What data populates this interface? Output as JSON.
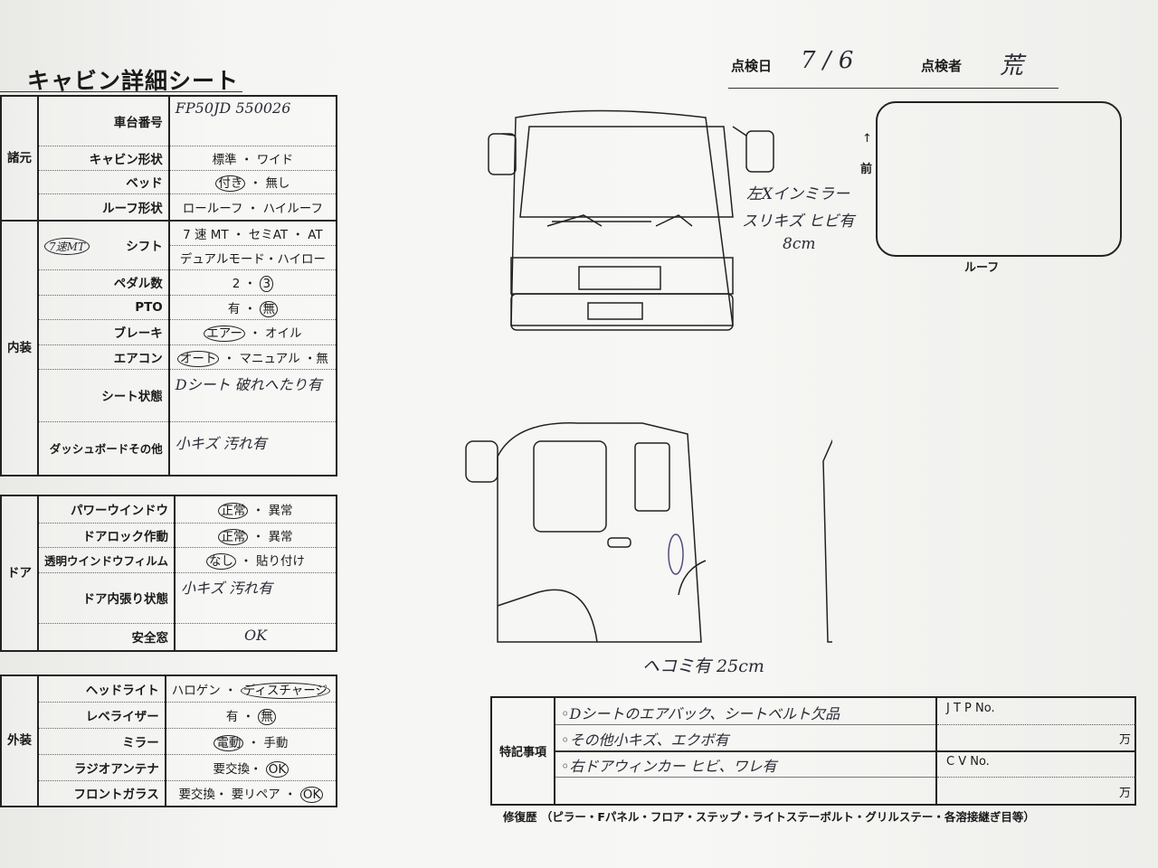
{
  "header": {
    "title": "キャビン詳細シート",
    "date_label": "点検日",
    "date_value": "7 / 6",
    "inspector_label": "点検者",
    "inspector_value": "荒"
  },
  "specs": {
    "category": "諸元",
    "rows": [
      {
        "label": "車台番号",
        "value": "FP50JD 550026"
      },
      {
        "label": "キャビン形状",
        "options": [
          "標準",
          "ワイド"
        ]
      },
      {
        "label": "ベッド",
        "options": [
          "付き",
          "無し"
        ],
        "selected": "付き"
      },
      {
        "label": "ルーフ形状",
        "options": [
          "ロールーフ",
          "ハイルーフ"
        ]
      }
    ]
  },
  "interior": {
    "category": "内装",
    "rows": [
      {
        "label": "シフト",
        "line1": "7 速 MT ・ セミAT ・ AT",
        "line2": "デュアルモード・ハイロー",
        "selected": "7速MT"
      },
      {
        "label": "ペダル数",
        "options": [
          "2",
          "3"
        ],
        "selected": "3"
      },
      {
        "label": "PTO",
        "options": [
          "有",
          "無"
        ],
        "selected": "無"
      },
      {
        "label": "ブレーキ",
        "options": [
          "エアー",
          "オイル"
        ],
        "selected": "エアー"
      },
      {
        "label": "エアコン",
        "options": [
          "オート",
          "マニュアル",
          "無"
        ],
        "selected": "オート"
      },
      {
        "label": "シート状態",
        "value": "Dシート 破れへたり有"
      },
      {
        "label": "ダッシュボードその他",
        "value": "小キズ 汚れ有"
      }
    ]
  },
  "door": {
    "category": "ドア",
    "rows": [
      {
        "label": "パワーウインドウ",
        "options": [
          "正常",
          "異常"
        ],
        "selected": "正常"
      },
      {
        "label": "ドアロック作動",
        "options": [
          "正常",
          "異常"
        ],
        "selected": "正常"
      },
      {
        "label": "透明ウインドウフィルム",
        "options": [
          "なし",
          "貼り付け"
        ],
        "selected": "なし"
      },
      {
        "label": "ドア内張り状態",
        "value": "小キズ 汚れ有"
      },
      {
        "label": "安全窓",
        "value": "OK"
      }
    ]
  },
  "exterior": {
    "category": "外装",
    "rows": [
      {
        "label": "ヘッドライト",
        "options": [
          "ハロゲン",
          "ディスチャージ"
        ],
        "selected": "ディスチャージ"
      },
      {
        "label": "レベライザー",
        "options": [
          "有",
          "無"
        ],
        "selected": "無"
      },
      {
        "label": "ミラー",
        "options": [
          "電動",
          "手動"
        ],
        "selected": "電動"
      },
      {
        "label": "ラジオアンテナ",
        "options": [
          "要交換",
          "OK"
        ],
        "selected": "OK"
      },
      {
        "label": "フロントガラス",
        "options": [
          "要交換",
          "要リペア",
          "OK"
        ],
        "selected": "OK"
      }
    ]
  },
  "diagram": {
    "front_note": [
      "左Xインミラー",
      "スリキズ ヒビ有",
      "8cm"
    ],
    "roof_label": "ルーフ",
    "front_arrow_label": "前",
    "side_note": "ヘコミ有 25cm"
  },
  "remarks": {
    "label": "特記事項",
    "lines": [
      "◦Dシートのエアバック、シートベルト欠品",
      "◦その他小キズ、エクボ有",
      "◦右ドアウィンカー ヒビ、ワレ有"
    ],
    "jtp_label": "J T P No.",
    "cv_label": "C V No.",
    "unit": "万"
  },
  "repair": {
    "text": "修復歴 （ピラー・Fパネル・フロア・ステップ・ライトステーボルト・グリルステー・各溶接継ぎ目等）"
  }
}
